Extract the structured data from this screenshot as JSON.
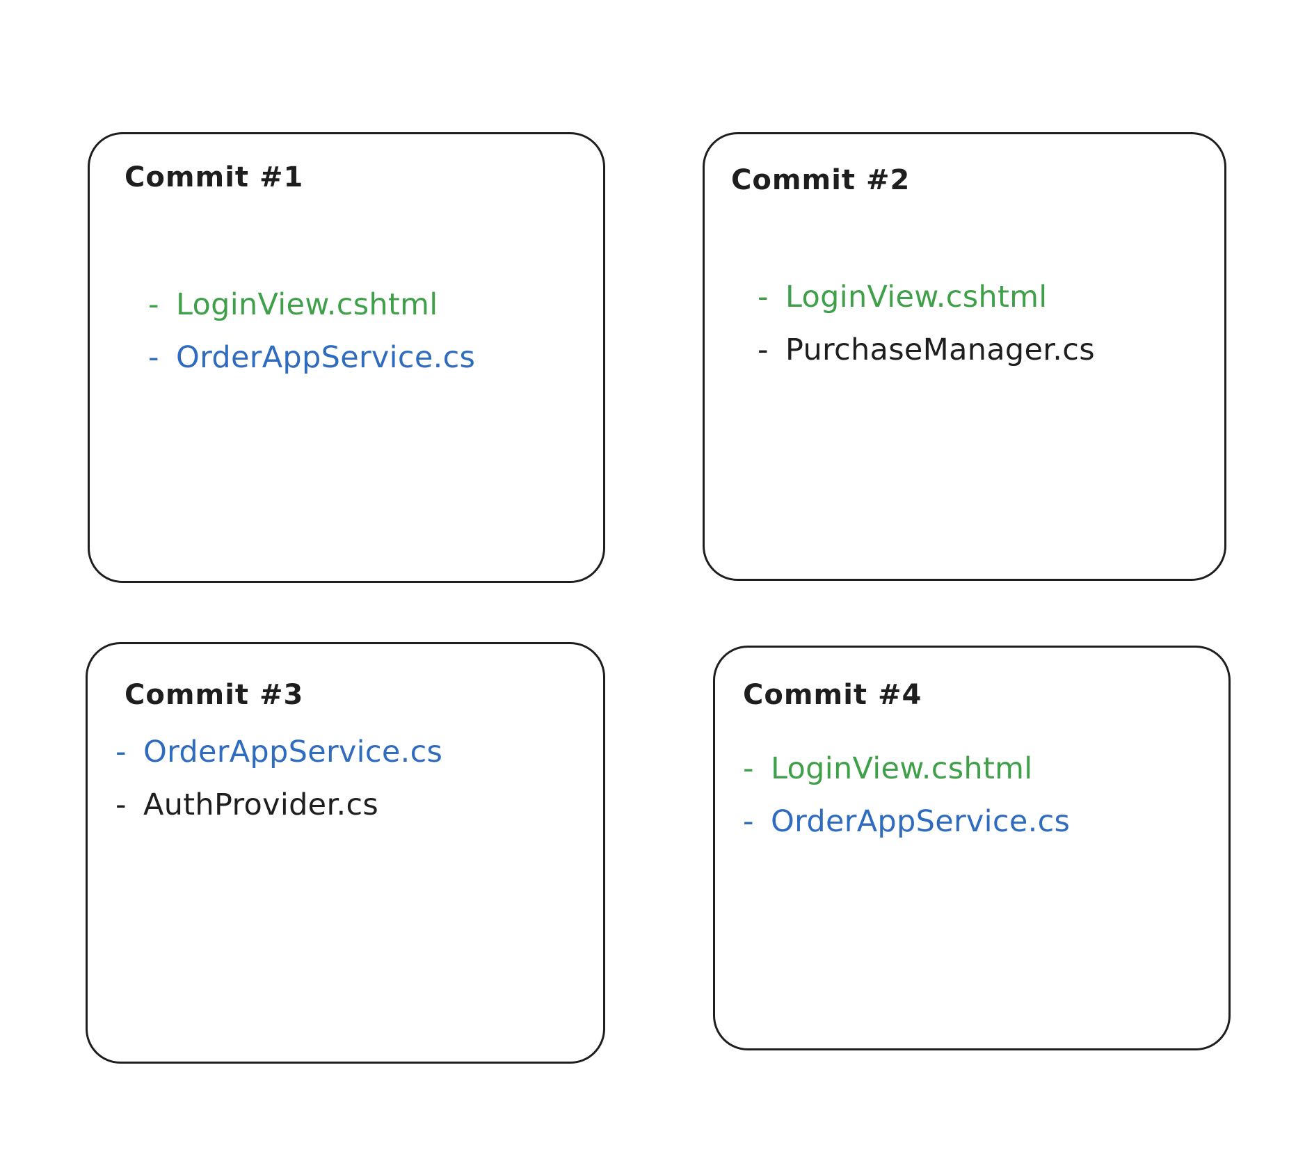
{
  "colors": {
    "background": "#ffffff",
    "stroke": "#1e1e1e",
    "green": "#40a04a",
    "blue": "#2f6cc0",
    "black": "#1e1e1e"
  },
  "commits": [
    {
      "title": "Commit #1",
      "files": [
        {
          "dash": "-",
          "name": "LoginView.cshtml",
          "color": "green"
        },
        {
          "dash": "-",
          "name": "OrderAppService.cs",
          "color": "blue"
        }
      ]
    },
    {
      "title": "Commit #2",
      "files": [
        {
          "dash": "-",
          "name": "LoginView.cshtml",
          "color": "green"
        },
        {
          "dash": "-",
          "name": "PurchaseManager.cs",
          "color": "black"
        }
      ]
    },
    {
      "title": "Commit #3",
      "files": [
        {
          "dash": "-",
          "name": "OrderAppService.cs",
          "color": "blue"
        },
        {
          "dash": "-",
          "name": "AuthProvider.cs",
          "color": "black"
        }
      ]
    },
    {
      "title": "Commit #4",
      "files": [
        {
          "dash": "-",
          "name": "LoginView.cshtml",
          "color": "green"
        },
        {
          "dash": "-",
          "name": "OrderAppService.cs",
          "color": "blue"
        }
      ]
    }
  ]
}
